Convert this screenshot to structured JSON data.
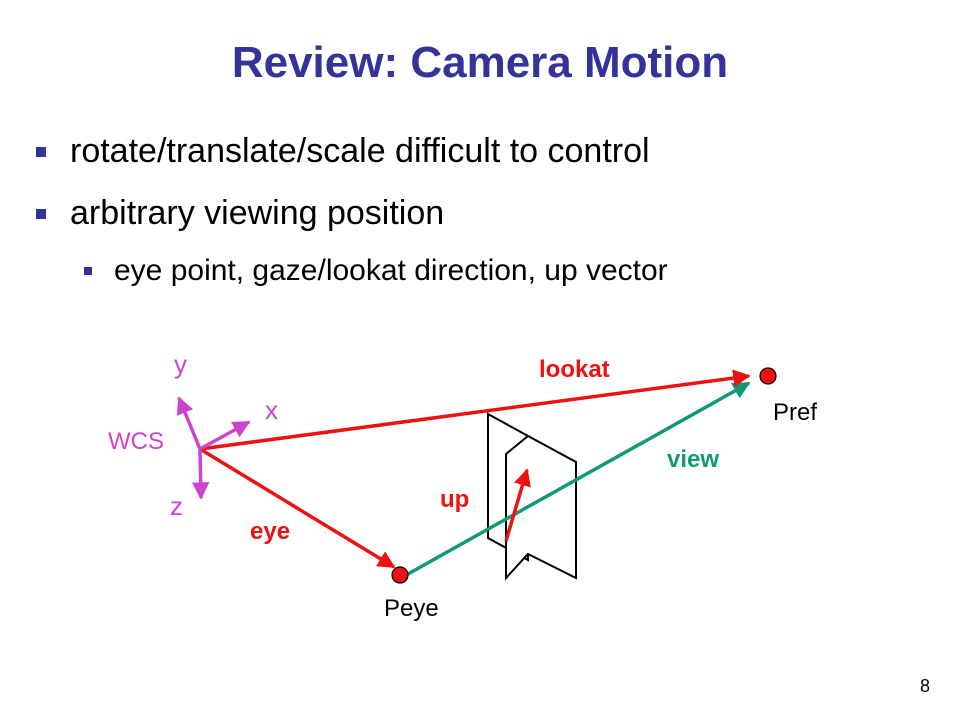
{
  "slide": {
    "title": "Review: Camera Motion",
    "bullets": [
      "rotate/translate/scale difficult to control",
      "arbitrary viewing position"
    ],
    "sub_bullets": [
      "eye point, gaze/lookat direction, up vector"
    ],
    "page_number": "8"
  },
  "diagram": {
    "labels": {
      "y_axis": "y",
      "x_axis": "x",
      "z_axis": "z",
      "wcs": "WCS",
      "lookat": "lookat",
      "view": "view",
      "up": "up",
      "eye": "eye",
      "pref": "Pref",
      "peye": "Peye"
    },
    "colors": {
      "title": "#333399",
      "axes": "#cc44cc",
      "red_vectors": "#ee1111",
      "view_vector": "#119977",
      "points": "#ee1111"
    }
  }
}
